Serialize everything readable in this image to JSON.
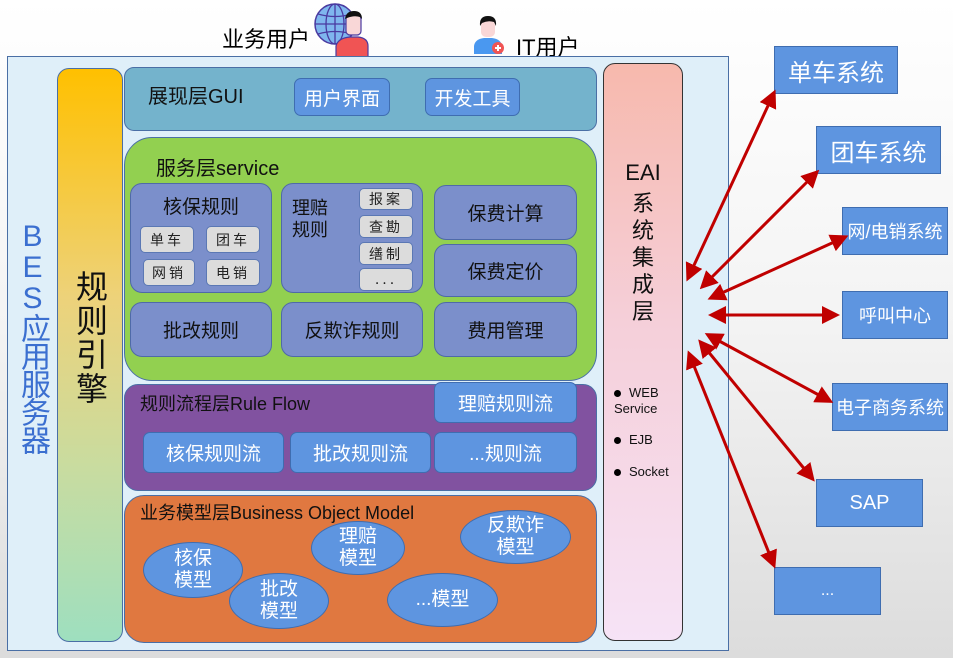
{
  "users": {
    "business_user": "业务用户",
    "it_user": "IT用户"
  },
  "server": {
    "label": "BES应用服务器"
  },
  "rule_engine": {
    "label": "规则引擎"
  },
  "gui_layer": {
    "title": "展现层GUI",
    "items": [
      "用户界面",
      "开发工具"
    ]
  },
  "service_layer": {
    "title": "服务层service",
    "underwriting": {
      "title": "核保规则",
      "chips": [
        "单车",
        "团车",
        "网销",
        "电销"
      ]
    },
    "claims": {
      "title_line1": "理赔",
      "title_line2": "规则",
      "chips": [
        "报案",
        "查勘",
        "缮制",
        "..."
      ]
    },
    "boxes": [
      "保费计算",
      "保费定价",
      "批改规则",
      "反欺诈规则",
      "费用管理"
    ]
  },
  "flow_layer": {
    "title": "规则流程层Rule Flow",
    "items": [
      "理赔规则流",
      "核保规则流",
      "批改规则流",
      "...规则流"
    ]
  },
  "bom_layer": {
    "title": "业务模型层Business Object Model",
    "models": [
      {
        "line1": "核保",
        "line2": "模型"
      },
      {
        "line1": "批改",
        "line2": "模型"
      },
      {
        "line1": "理赔",
        "line2": "模型"
      },
      {
        "line1": "反欺诈",
        "line2": "模型"
      },
      {
        "line1": "...模型",
        "line2": ""
      }
    ]
  },
  "eai": {
    "title": "EAI",
    "subtitle": [
      "系",
      "统",
      "集",
      "成",
      "层"
    ],
    "protocols": [
      "WEB Service",
      "EJB",
      "Socket"
    ]
  },
  "external_systems": [
    "单车系统",
    "团车系统",
    "网/电销系统",
    "呼叫中心",
    "电子商务系统",
    "SAP",
    "..."
  ],
  "colors": {
    "arrow": "#c00000",
    "system_box": "#5e95e0",
    "service_layer": "#92d050",
    "flow_layer": "#8152a0",
    "bom_layer": "#e07840",
    "gui_layer": "#74b3cc"
  }
}
